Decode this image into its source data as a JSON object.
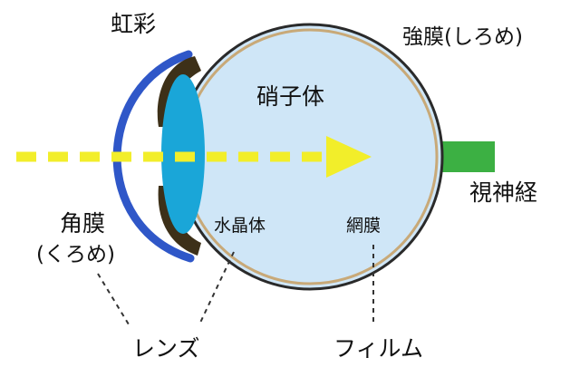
{
  "labels": {
    "iris": "虹彩",
    "sclera": "強膜(しろめ)",
    "vitreous": "硝子体",
    "optic_nerve": "視神経",
    "cornea": "角膜",
    "cornea_sub": "(くろめ)",
    "lens": "水晶体",
    "retina": "網膜",
    "lens_analogy": "レンズ",
    "film_analogy": "フィルム"
  },
  "colors": {
    "vitreous_fill": "#cfe6f7",
    "sclera_stroke": "#2a2a2a",
    "retina_ring": "#c8a978",
    "cornea": "#2f57c8",
    "iris": "#3d3018",
    "lens": "#1aa6d8",
    "light_ray": "#f2ee2a",
    "optic_nerve": "#3cb043",
    "leader_line": "#333333"
  }
}
